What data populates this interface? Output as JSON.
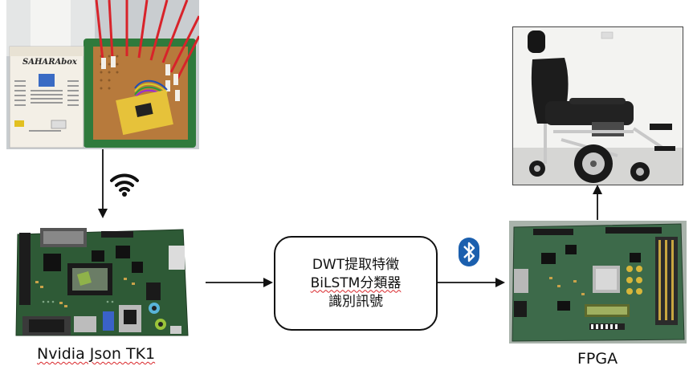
{
  "sensor": {
    "brand": "SAHARAbox"
  },
  "devices": {
    "tk1_label": "Nvidia Json TK1",
    "fpga_label": "FPGA"
  },
  "process": {
    "line1": "DWT提取特徵",
    "line2": "BiLSTM分類器",
    "line3": "識別訊號"
  },
  "icons": {
    "wireless": "wifi-icon",
    "bluetooth": "bluetooth-icon"
  },
  "colors": {
    "arrow": "#111111",
    "bluetooth_bg": "#1b5fae",
    "pcb_green": "#2f6b3b",
    "fpga_green": "#3d6a4a",
    "wheelchair_frame": "#c8c8c8"
  }
}
